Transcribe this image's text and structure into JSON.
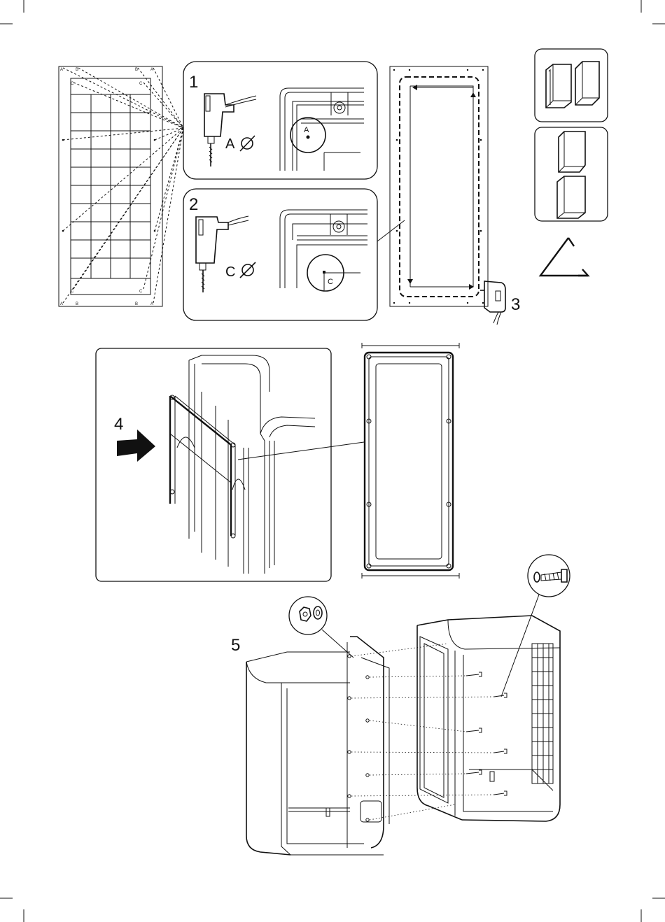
{
  "steps": {
    "step1": {
      "number": "1",
      "drill_label": "A",
      "callout_label": "A"
    },
    "step2": {
      "number": "2",
      "drill_label": "C",
      "callout_label": "C"
    },
    "step3": {
      "number": "3"
    },
    "step4": {
      "number": "4"
    },
    "step5": {
      "number": "5"
    }
  },
  "panel_marks": {
    "a": "A",
    "b": "B",
    "c": "C"
  },
  "icons": {
    "drill": "drill-icon",
    "diameter": "diameter-symbol-icon",
    "arrow": "push-arrow-icon",
    "triangle": "triangle-icon",
    "nut_washer": "nut-washer-icon",
    "bolt_washer": "bolt-washer-icon"
  }
}
